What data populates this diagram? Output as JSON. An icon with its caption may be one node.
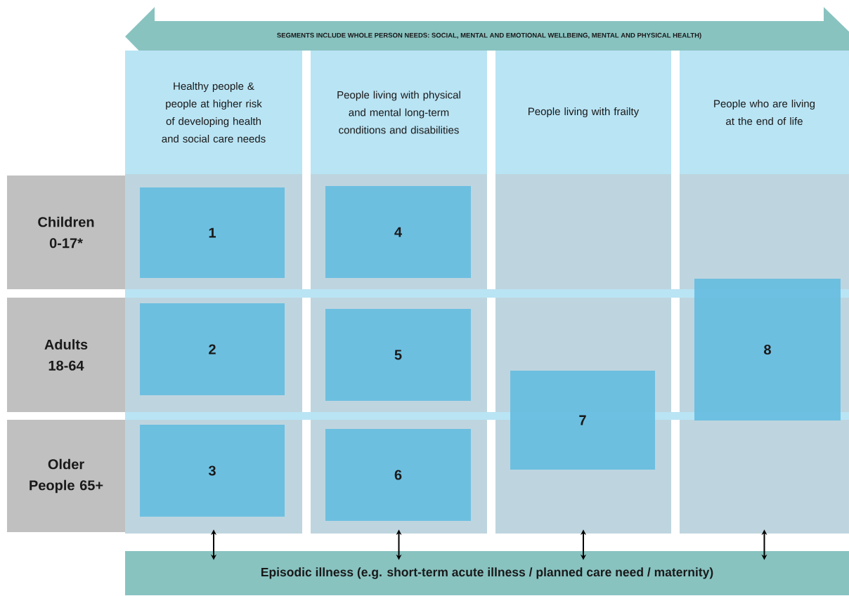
{
  "diagram": {
    "nodes": [
      {
        "text": [
          "SEGMENTS INCLUDE WHOLE PERSON NEEDS: SOCIAL, MENTAL AND EMOTIONAL WELLBEING, MENTAL AND PHYSICAL HEALTH)"
        ]
      },
      {
        "text": [
          "Healthy people & people at higher risk of developing health and social care needs"
        ]
      },
      {
        "text": [
          "People living with physical and mental long-term conditions and disabilities"
        ]
      },
      {
        "text": [
          "People living with frailty"
        ]
      },
      {
        "text": [
          "People who are living at the end of life"
        ]
      },
      {
        "text": [
          "Children 0-17*"
        ]
      },
      {
        "text": [
          "Adults 18-64"
        ]
      },
      {
        "text": [
          "Older People 65+"
        ]
      },
      {
        "text": [
          "1"
        ],
        "in": 1
      },
      {
        "text": [
          "2"
        ],
        "in": 1
      },
      {
        "text": [
          "3"
        ],
        "in": 1
      },
      {
        "text": [
          "4"
        ],
        "in": 2
      },
      {
        "text": [
          "5"
        ],
        "in": 2
      },
      {
        "text": [
          "6"
        ],
        "in": 2
      },
      {
        "text": [
          "7"
        ],
        "in": 3
      },
      {
        "text": [
          "8"
        ],
        "in": 4
      },
      {
        "text": [
          "Episodic illness (e.g. short-term acute illness / planned care need / maternity)"
        ]
      }
    ],
    "edges": [
      {
        "from": 1,
        "to": 16,
        "arrow": "both"
      },
      {
        "from": 2,
        "to": 16,
        "arrow": "both"
      },
      {
        "from": 3,
        "to": 16,
        "arrow": "both"
      },
      {
        "from": 4,
        "to": 16,
        "arrow": "both"
      }
    ]
  }
}
